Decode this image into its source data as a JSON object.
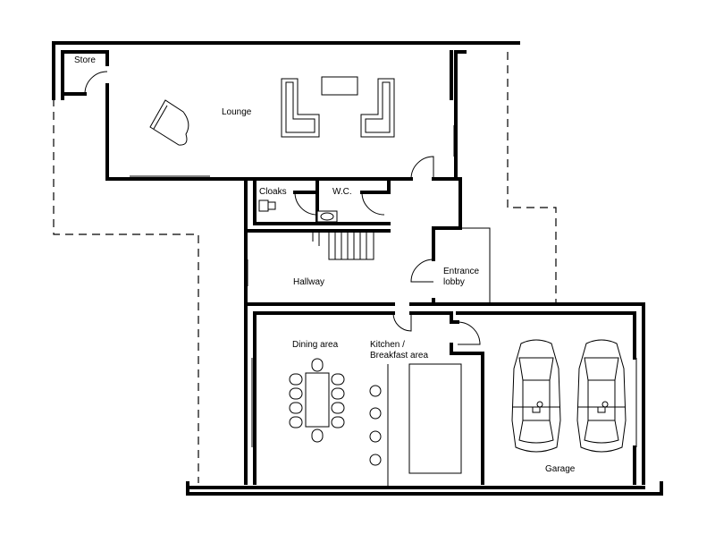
{
  "rooms": {
    "store": "Store",
    "lounge": "Lounge",
    "cloaks": "Cloaks",
    "wc": "W.C.",
    "hallway": "Hallway",
    "entrance_line1": "Entrance",
    "entrance_line2": "lobby",
    "dining": "Dining area",
    "kitchen_line1": "Kitchen /",
    "kitchen_line2": "Breakfast area",
    "garage": "Garage"
  }
}
